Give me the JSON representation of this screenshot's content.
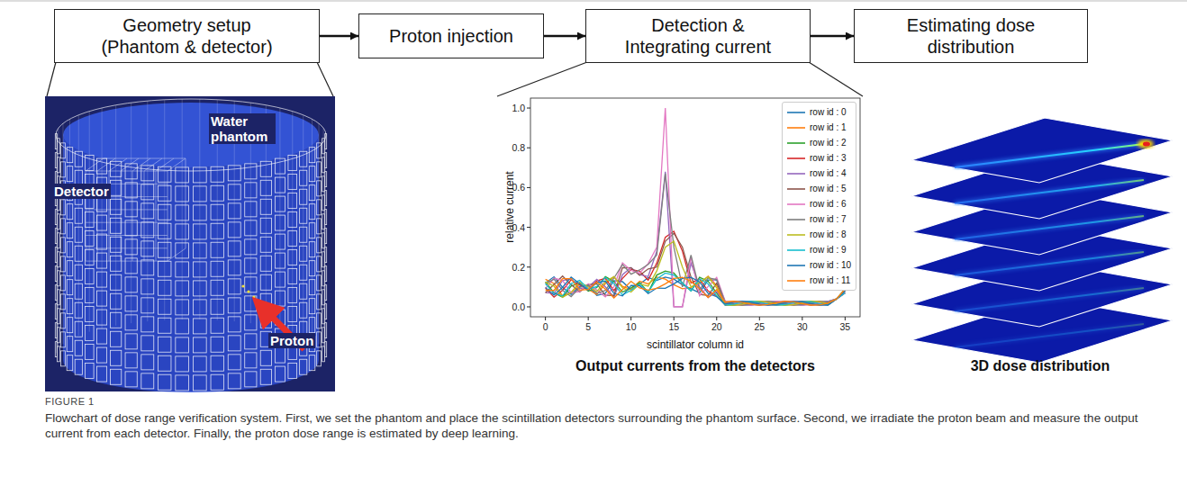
{
  "diagram": {
    "caption": "Flowchart of dose range verification system. First, we set the phantom and place the scintillation detectors surrounding the phantom surface. Second, we irradiate the proton beam and measure the output current from each detector. Finally, the proton dose range is estimated by deep learning.",
    "nodes": [
      {
        "text": [
          "Geometry setup (Phantom & detector)"
        ]
      },
      {
        "text": [
          "Proton injection"
        ]
      },
      {
        "text": [
          "Detection & Integrating current"
        ]
      },
      {
        "text": [
          "Estimating dose distribution"
        ]
      }
    ],
    "edges": [
      {
        "from": 0,
        "to": 1,
        "arrow": "to"
      },
      {
        "from": 1,
        "to": 2,
        "arrow": "to"
      },
      {
        "from": 2,
        "to": 3,
        "arrow": "to"
      }
    ],
    "labels": [
      "Water phantom",
      "Detector",
      "Proton",
      "relative current",
      "0.0",
      "0.2",
      "0.4",
      "0.6",
      "0.8",
      "1.0",
      "0",
      "5",
      "10",
      "15",
      "20",
      "25",
      "30",
      "35",
      "scintillator column id",
      "Output currents from the detectors",
      "3D dose distribution",
      "FIGURE 1"
    ],
    "legend": [
      {
        "text": "row id : 0"
      },
      {
        "text": "row id : 1"
      },
      {
        "text": "row id : 2"
      },
      {
        "text": "row id : 3"
      },
      {
        "text": "row id : 4"
      },
      {
        "text": "row id : 5"
      },
      {
        "text": "row id : 6"
      },
      {
        "text": "row id : 7"
      },
      {
        "text": "row id : 8"
      },
      {
        "text": "row id : 9"
      },
      {
        "text": "row id : 10"
      },
      {
        "text": "row id : 11"
      }
    ]
  }
}
